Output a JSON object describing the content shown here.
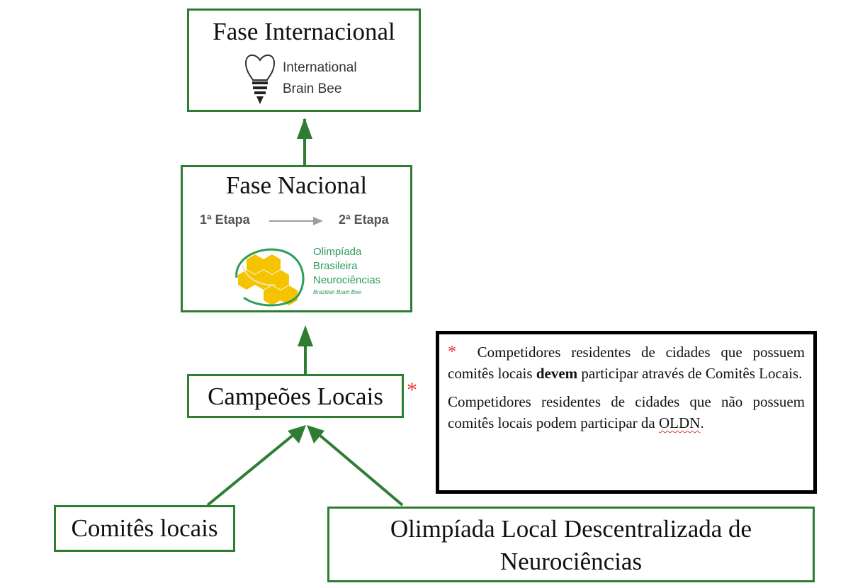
{
  "phases": {
    "international": {
      "title": "Fase Internacional",
      "logo_line1": "International",
      "logo_line2": "Brain Bee"
    },
    "national": {
      "title": "Fase Nacional",
      "stage1": "1ª Etapa",
      "stage2": "2ª Etapa",
      "logo_line1": "Olimpíada",
      "logo_line2": "Brasileira",
      "logo_line3": "Neurociências",
      "logo_sub": "Brazilian Brain Bee"
    },
    "local_champions": {
      "title": "Campeões Locais",
      "marker": "*"
    },
    "local_committees": {
      "title": "Comitês locais"
    },
    "oldn": {
      "line1": "Olimpíada Local Descentralizada de",
      "line2": "Neurociências"
    }
  },
  "note": {
    "marker": "*",
    "p1_before": "Competidores residentes de cidades que possuem comitês locais",
    "p1_bold": "devem",
    "p1_after": "participar através de Comitês Locais.",
    "p2_before": "Competidores residentes de cidades que não possuem comitês locais podem participar da",
    "p2_acronym": "OLDN",
    "p2_end": "."
  },
  "colors": {
    "box_border": "#2e7d32",
    "arrow": "#2e7d32",
    "asterisk": "#e53935",
    "logo_yellow": "#f5c400",
    "logo_green": "#2e9c5a",
    "note_border": "#000000"
  }
}
